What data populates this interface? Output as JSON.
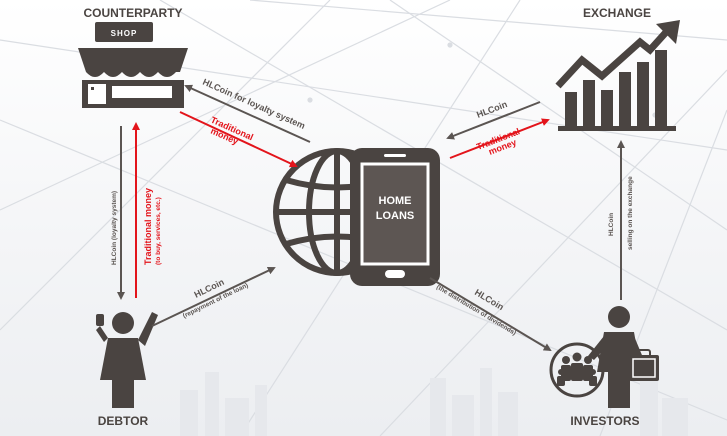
{
  "nodes": {
    "counterparty": "COUNTERPARTY",
    "exchange": "EXCHANGE",
    "debtor": "DEBTOR",
    "investors": "INVESTORS",
    "center_line1": "HOME",
    "center_line2": "LOANS",
    "shop_sign": "SHOP"
  },
  "flows": {
    "center_to_counterparty": "HLCoin for loyalty system",
    "counterparty_to_center_line1": "Traditional",
    "counterparty_to_center_line2": "money",
    "exchange_to_center": "HLCoin",
    "center_to_exchange_line1": "Traditional",
    "center_to_exchange_line2": "money",
    "counterparty_to_debtor": "HLCoin (loyalty system)",
    "debtor_to_counterparty": "Traditional money",
    "debtor_to_counterparty_note": "(to buy, services, etc.)",
    "debtor_to_center": "HLCoin",
    "debtor_to_center_note": "(repayment of the loan)",
    "center_to_investors": "HLCoin",
    "center_to_investors_note": "(the distribution of dividends)",
    "investors_to_exchange": "HLCoin",
    "investors_to_exchange_note": "selling on the exchange"
  },
  "colors": {
    "icon": "#4a4441",
    "arrow_grey": "#5b5552",
    "arrow_red": "#e3141b",
    "background_lines": "#d9dce1"
  },
  "icons": [
    "shop-icon",
    "rising-chart-icon",
    "globe-icon",
    "smartphone-icon",
    "person-raising-hand-icon",
    "investors-group-icon",
    "briefcase-icon"
  ]
}
